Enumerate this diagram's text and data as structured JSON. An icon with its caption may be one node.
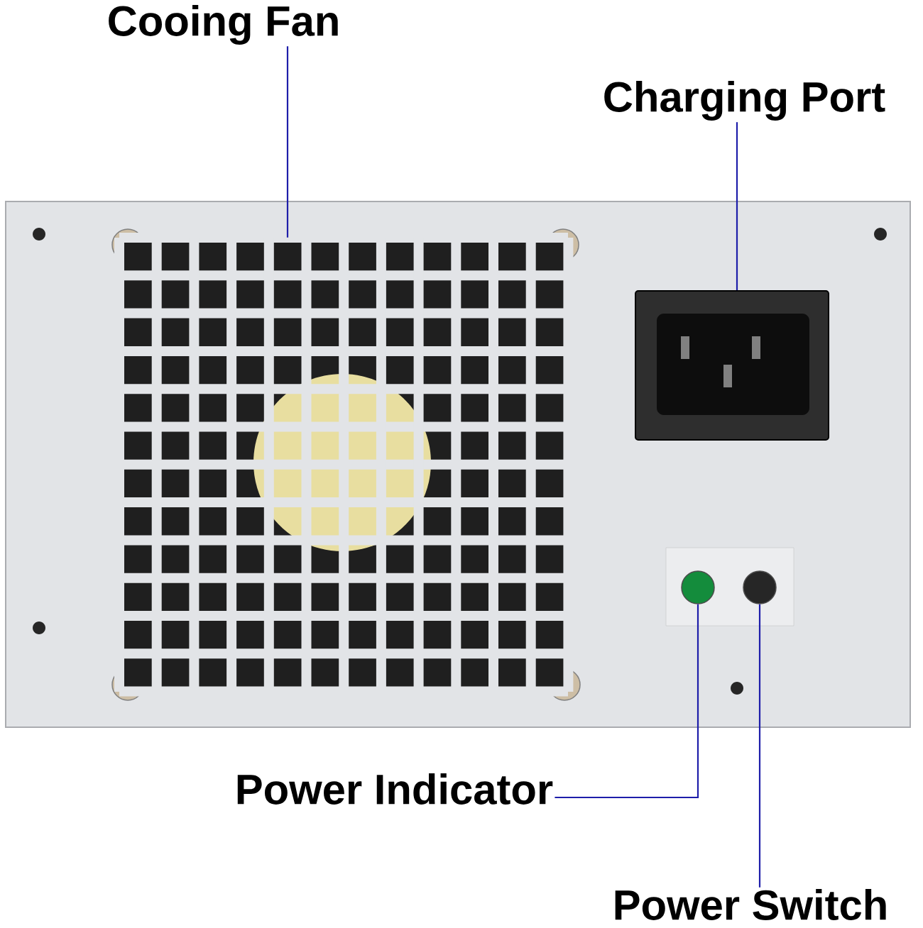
{
  "diagram": {
    "nodes": [
      {
        "text": [
          "Cooing Fan"
        ]
      },
      {
        "text": [
          "Charging Port"
        ]
      },
      {
        "text": [
          "Power Indicator"
        ]
      },
      {
        "text": [
          "Power Switch"
        ]
      },
      {
        "text": [],
        "shape": "picture"
      },
      {
        "text": [],
        "shape": "box"
      },
      {
        "text": [],
        "shape": "circle"
      },
      {
        "text": [],
        "shape": "circle"
      }
    ],
    "edges": [
      {
        "from": 0,
        "to": 4,
        "arrow": "none"
      },
      {
        "from": 1,
        "to": 5,
        "arrow": "none"
      },
      {
        "from": 2,
        "to": 6,
        "arrow": "none"
      },
      {
        "from": 3,
        "to": 7,
        "arrow": "none"
      }
    ]
  }
}
